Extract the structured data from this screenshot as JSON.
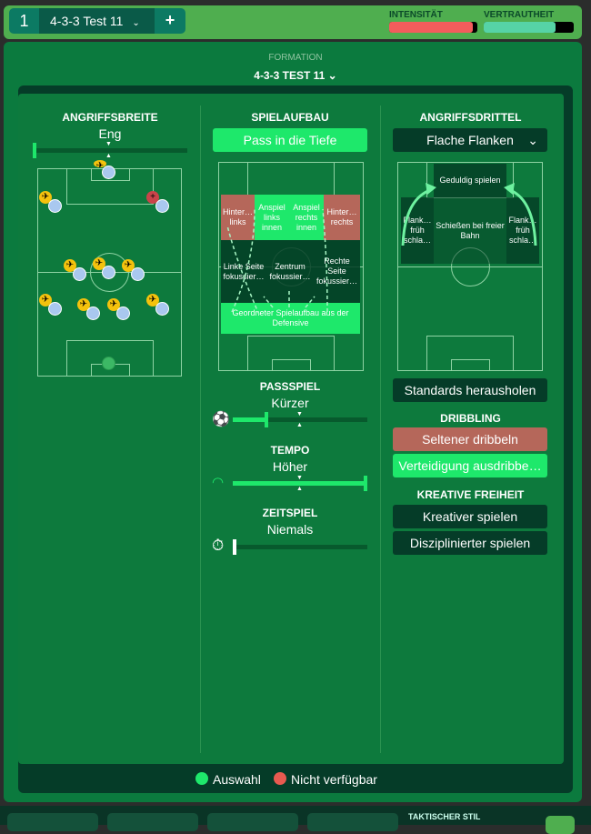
{
  "topbar": {
    "tab_number": "1",
    "tab_name": "4-3-3 Test 11",
    "add_label": "+",
    "intensity_label": "INTENSITÄT",
    "intensity_level": 0.95,
    "familiarity_label": "VERTRAUTHEIT",
    "familiarity_level": 0.8
  },
  "formation": {
    "label": "FORMATION",
    "value": "4-3-3 TEST 11"
  },
  "col1": {
    "title": "ANGRIFFSBREITE",
    "value": "Eng",
    "level": 0.0
  },
  "col2": {
    "title": "SPIELAUFBAU",
    "selected": "Pass in die Tiefe",
    "zones": [
      "Hinter… links",
      "Anspiel links innen",
      "Anspiel rechts innen",
      "Hinter… rechts",
      "Linke Seite fokussier…",
      "Zentrum fokussier…",
      "Rechte Seite fokussier…",
      "Geordneter Spielaufbau aus der Defensive"
    ],
    "passing": {
      "title": "PASSSPIEL",
      "value": "Kürzer",
      "level": 0.25
    },
    "tempo": {
      "title": "TEMPO",
      "value": "Höher",
      "level": 1.0
    },
    "timewasting": {
      "title": "ZEITSPIEL",
      "value": "Niemals",
      "level": 0.0
    }
  },
  "col3": {
    "title": "ANGRIFFSDRITTEL",
    "dropdown": "Flache Flanken",
    "zones": [
      "Geduldig spielen",
      "Flank… früh schla…",
      "Schießen bei freier Bahn",
      "Flank… früh schla…"
    ],
    "set_pieces": "Standards herausholen",
    "dribbling_title": "DRIBBLING",
    "dribbling": [
      "Seltener dribbeln",
      "Verteidigung ausdribbe…"
    ],
    "creative_title": "KREATIVE FREIHEIT",
    "creative": [
      "Kreativer spielen",
      "Disziplinierter spielen"
    ]
  },
  "legend": {
    "selected": "Auswahl",
    "unavailable": "Nicht verfügbar"
  },
  "bottom": {
    "style_label": "TAKTISCHER STIL"
  },
  "colors": {
    "selected": "#1ee86b",
    "unavailable": "#e85a50"
  }
}
